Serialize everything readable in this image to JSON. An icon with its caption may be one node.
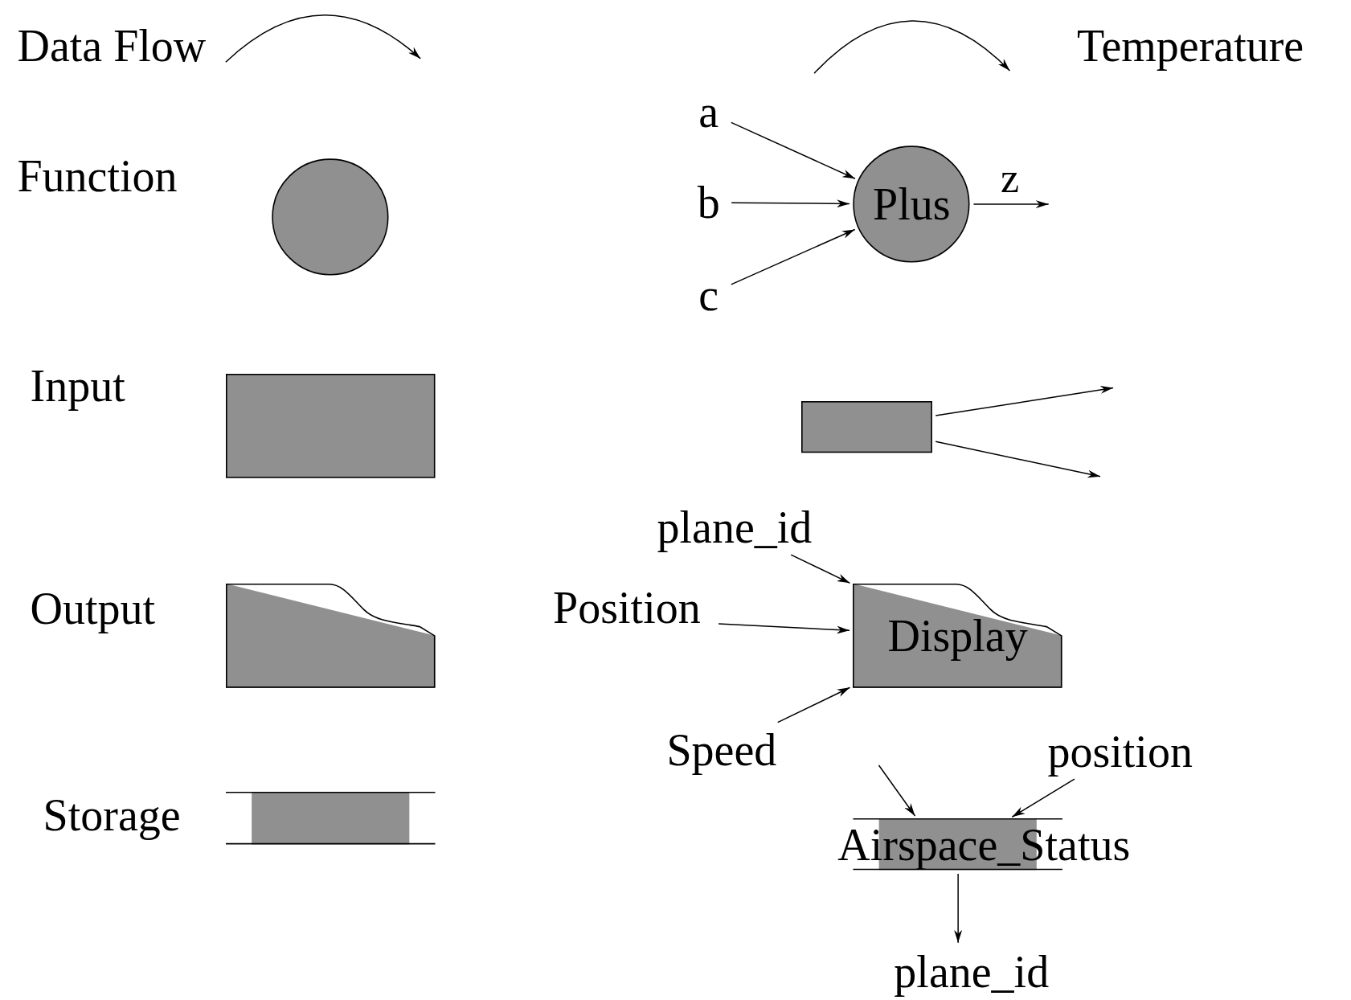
{
  "diagram": {
    "nodes": [
      {
        "text": [],
        "shape": "circle"
      },
      {
        "text": [
          "a"
        ]
      },
      {
        "text": [
          "b"
        ]
      },
      {
        "text": [
          "c"
        ]
      },
      {
        "text": [
          "Plus"
        ]
      },
      {
        "text": [],
        "shape": "box"
      },
      {
        "text": [],
        "shape": "box"
      },
      {
        "text": [
          "plane_id"
        ]
      },
      {
        "text": [],
        "shape": "document"
      },
      {
        "text": [
          "Position"
        ]
      },
      {
        "text": [
          "Display"
        ]
      },
      {
        "text": [
          "Speed"
        ]
      },
      {
        "text": [
          "position"
        ]
      },
      {
        "text": [],
        "shape": "bar"
      },
      {
        "text": [
          "Airspace_Status"
        ]
      },
      {
        "text": [
          "plane_id"
        ]
      }
    ],
    "edges": [
      {
        "from": 1,
        "to": 4,
        "arrow": "to"
      },
      {
        "from": 2,
        "to": 4,
        "arrow": "to"
      },
      {
        "from": 3,
        "to": 4,
        "arrow": "to"
      },
      {
        "from": 4,
        "to": null,
        "arrow": "to",
        "label": "z"
      },
      {
        "from": 6,
        "to": null,
        "arrow": "to"
      },
      {
        "from": 6,
        "to": null,
        "arrow": "to"
      },
      {
        "from": 7,
        "to": 10,
        "arrow": "to"
      },
      {
        "from": 9,
        "to": 10,
        "arrow": "to"
      },
      {
        "from": 11,
        "to": 10,
        "arrow": "to"
      },
      {
        "from": null,
        "to": 14,
        "arrow": "to"
      },
      {
        "from": 12,
        "to": 14,
        "arrow": "to"
      },
      {
        "from": 14,
        "to": 15,
        "arrow": "to"
      }
    ],
    "labels": [
      "Data Flow",
      "Temperature",
      "Function",
      "Input",
      "Output",
      "Storage"
    ]
  }
}
